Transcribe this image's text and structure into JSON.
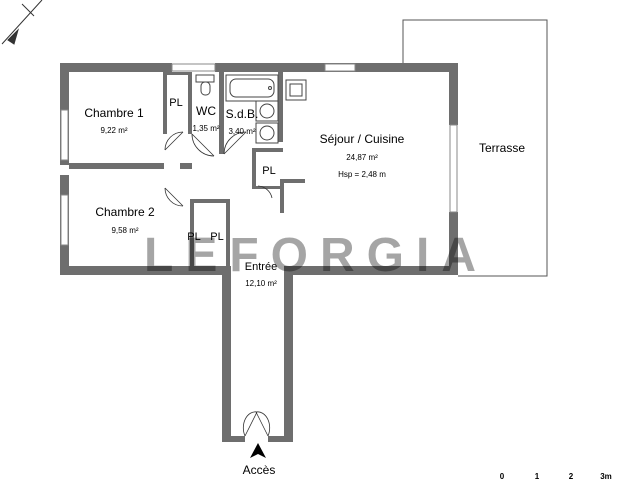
{
  "rooms": {
    "chambre1": {
      "name": "Chambre 1",
      "area": "9,22 m²"
    },
    "wc": {
      "name": "WC",
      "area": "1,35 m²"
    },
    "sdb": {
      "name": "S.d.B.",
      "area": "3,40 m²"
    },
    "sejour": {
      "name": "Séjour / Cuisine",
      "area": "24,87 m²",
      "height": "Hsp = 2,48 m"
    },
    "chambre2": {
      "name": "Chambre 2",
      "area": "9,58 m²"
    },
    "entree": {
      "name": "Entrée",
      "area": "12,10 m²"
    },
    "terrasse": {
      "name": "Terrasse"
    }
  },
  "storage": {
    "label": "PL"
  },
  "access": {
    "label": "Accès"
  },
  "scale": {
    "ticks": [
      "0",
      "1",
      "2",
      "3m"
    ]
  },
  "watermark": {
    "text": "LEFORGIA"
  },
  "icons": {
    "north": "north-arrow-icon",
    "entry": "entry-arrow-icon"
  }
}
